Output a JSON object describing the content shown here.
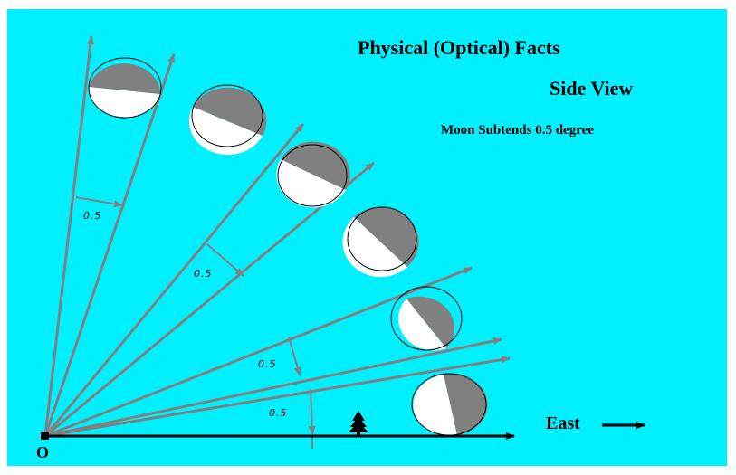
{
  "titles": {
    "main": "Physical  (Optical)  Facts",
    "view": "Side View",
    "note": "Moon Subtends 0.5 degree"
  },
  "angle_labels": [
    "0.5",
    "0.5",
    "0.5",
    "0.5"
  ],
  "direction_label": "East",
  "origin_label": "O",
  "colors": {
    "background": "#00f0ff",
    "rays": "#808080",
    "moon_dark": "#808080",
    "moon_light": "#ffffff",
    "ground": "#000000"
  }
}
